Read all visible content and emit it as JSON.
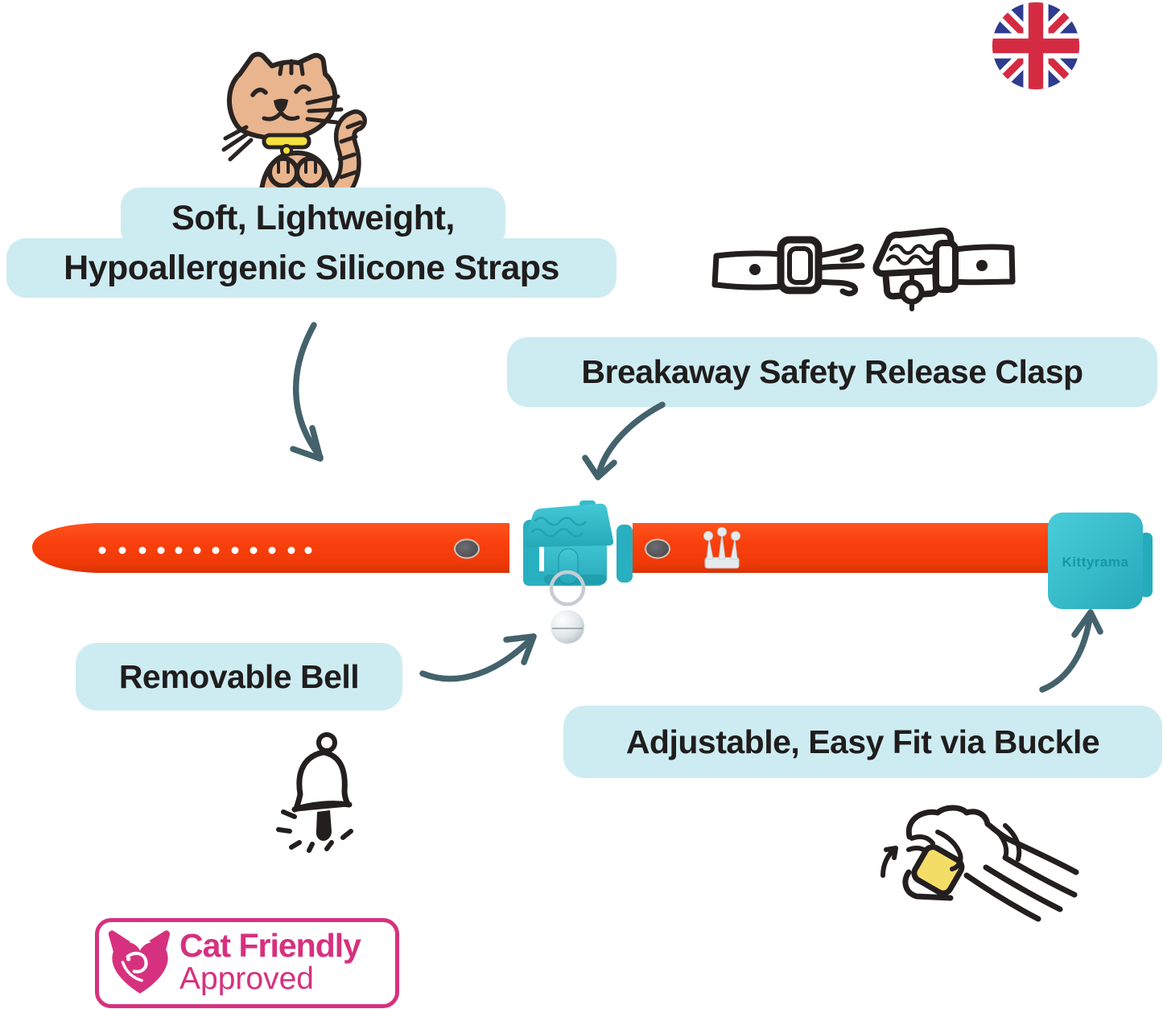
{
  "title": "Kittyrama cat collar feature infographic",
  "background": "#ffffff",
  "colors": {
    "bubble_fill": "#cdecf2",
    "label_text": "#201d1d",
    "arrow": "#44626c",
    "strap_orange": "#f8400e",
    "clasp_teal": "#2fbccb",
    "badge_pink": "#d6317e",
    "cat_fur_tan": "#e8b58f",
    "cat_collar_yellow": "#f6e03c",
    "sketch_ink": "#241f1f",
    "bell_silver": "#dfe5e8"
  },
  "bubbles": {
    "strap_line1": "Soft, Lightweight,",
    "strap_line2": "Hypoallergenic Silicone Straps",
    "clasp": "Breakaway Safety Release Clasp",
    "bell": "Removable Bell",
    "buckle": "Adjustable, Easy Fit via Buckle"
  },
  "collar": {
    "brand_embossed": "Kittyrama",
    "adjustment_holes": 12,
    "studs": 2,
    "charm": "crown",
    "pendant": "bell"
  },
  "badge": {
    "line1": "Cat Friendly",
    "line2": "Approved"
  },
  "flag": {
    "country": "United Kingdom"
  },
  "icons": {
    "cat": "happy-cat-illustration",
    "clasp_sketch": "breakaway-clasp-sketch",
    "bell_sketch": "bell-sketch",
    "hand_sketch": "hand-opening-buckle-sketch",
    "flag": "uk-flag-icon",
    "badge_logo": "cat-friendly-heart-logo"
  }
}
